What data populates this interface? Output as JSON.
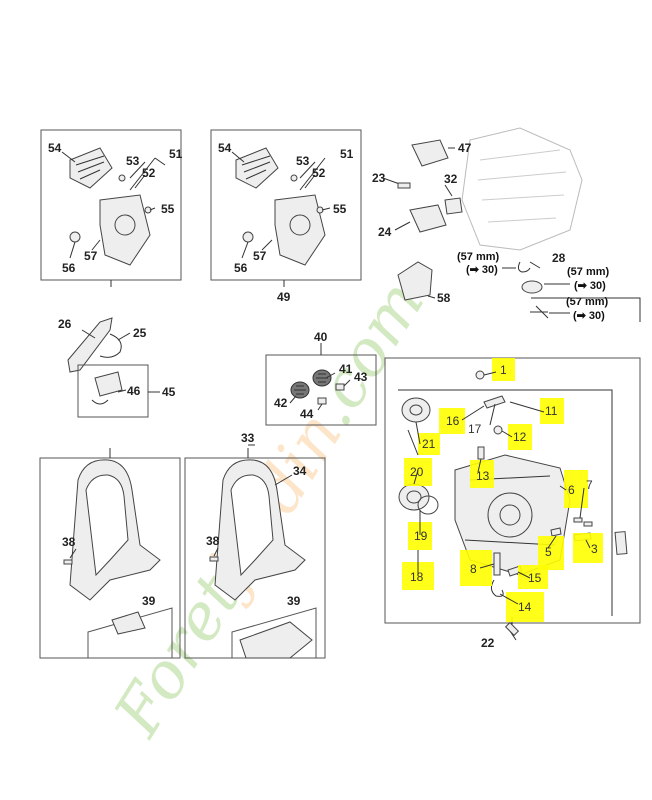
{
  "watermark": {
    "text_pre": "Foret",
    "text_mid": "jardin",
    "text_post": ".com",
    "color": "#9ed07a",
    "accent": "#f5a13a"
  },
  "highlight_color": "#ffff00",
  "callouts": {
    "group_a": {
      "n54": "54",
      "n53": "53",
      "n52": "52",
      "n51": "51",
      "n55": "55",
      "n56": "56",
      "n57": "57"
    },
    "group_b": {
      "n54": "54",
      "n53": "53",
      "n52": "52",
      "n51": "51",
      "n55": "55",
      "n56": "56",
      "n57": "57",
      "n49": "49"
    },
    "group_c": {
      "n47": "47",
      "n23": "23",
      "n32": "32",
      "n24": "24",
      "n58": "58",
      "n28": "28"
    },
    "group_d": {
      "n26": "26",
      "n25": "25",
      "n46": "46",
      "n45": "45"
    },
    "group_e": {
      "n40": "40",
      "n41": "41",
      "n43": "43",
      "n42": "42",
      "n44": "44"
    },
    "group_f": {
      "n33": "33",
      "n34": "34",
      "n38a": "38",
      "n38b": "38",
      "n39a": "39",
      "n39b": "39"
    },
    "group_g": {
      "n1": "1",
      "n16": "16",
      "n17": "17",
      "n11": "11",
      "n12": "12",
      "n21": "21",
      "n13": "13",
      "n20": "20",
      "n6": "6",
      "n7": "7",
      "n19": "19",
      "n5": "5",
      "n3": "3",
      "n8": "8",
      "n15": "15",
      "n18": "18",
      "n14": "14",
      "n22": "22"
    }
  },
  "notes": {
    "note1_mm": "(57 mm)",
    "note1_ref": "(➡ 30)",
    "note2_mm": "(57 mm)",
    "note2_ref": "(➡ 30)",
    "note3_mm": "(57 mm)",
    "note3_ref": "(➡ 30)"
  }
}
